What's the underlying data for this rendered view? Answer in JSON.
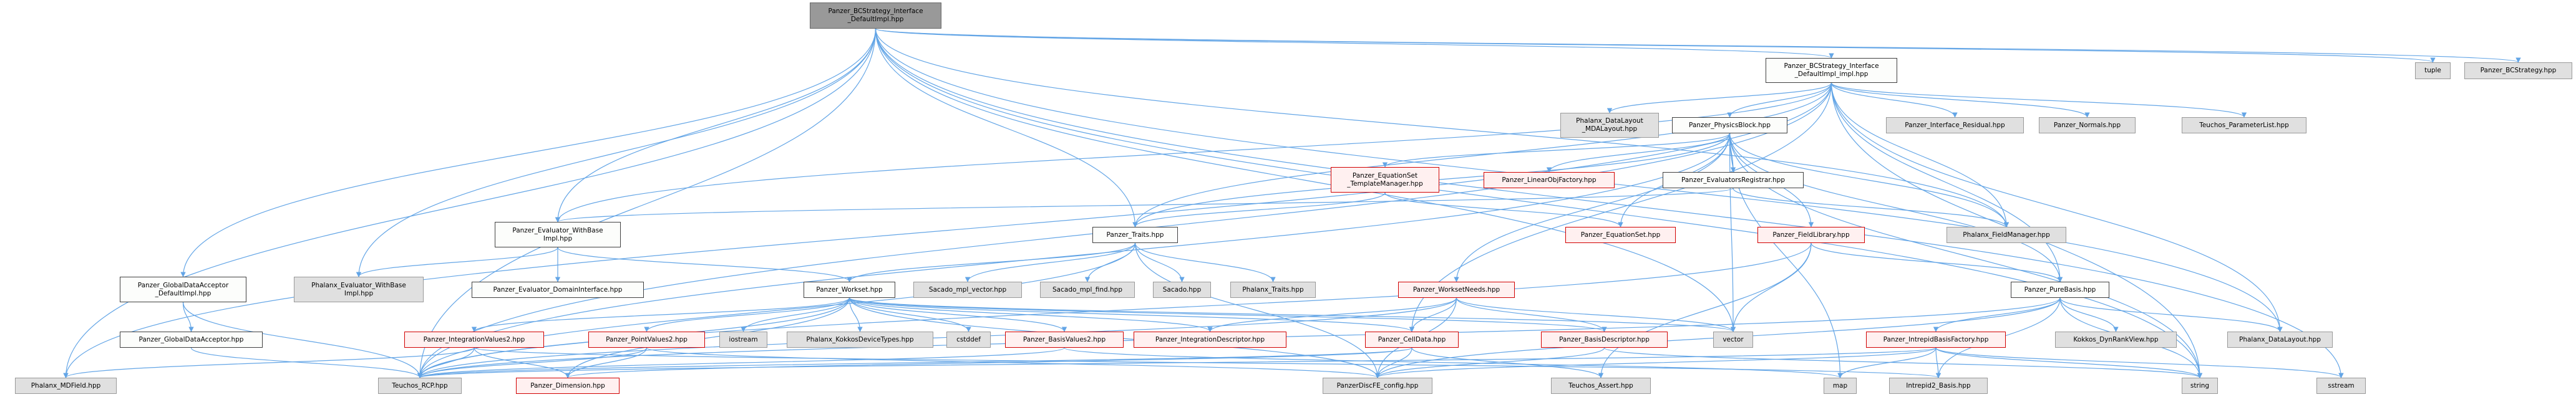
{
  "graph": {
    "title": "Panzer_BCStrategy_Interface_DefaultImpl.hpp include dependency graph",
    "edge_color": "#63a5e6",
    "colors": {
      "root_fill": "#999999",
      "documented_fill": "#fcfdfb",
      "external_fill": "#e0e0e0",
      "undocumented_fill": "#fff0f0",
      "undocumented_border": "#d10000"
    },
    "nodes": [
      {
        "id": "root",
        "label": "Panzer_BCStrategy_Interface\n_DefaultImpl.hpp",
        "kind": "root"
      },
      {
        "id": "impl",
        "label": "Panzer_BCStrategy_Interface\n_DefaultImpl_impl.hpp",
        "kind": "plain"
      },
      {
        "id": "tuple",
        "label": "tuple",
        "kind": "external"
      },
      {
        "id": "bcstrategy",
        "label": "Panzer_BCStrategy.hpp",
        "kind": "external"
      },
      {
        "id": "mdalayout",
        "label": "Phalanx_DataLayout\n_MDALayout.hpp",
        "kind": "external"
      },
      {
        "id": "physicsblock",
        "label": "Panzer_PhysicsBlock.hpp",
        "kind": "plain"
      },
      {
        "id": "ifresidual",
        "label": "Panzer_Interface_Residual.hpp",
        "kind": "external"
      },
      {
        "id": "normals",
        "label": "Panzer_Normals.hpp",
        "kind": "external"
      },
      {
        "id": "paramlist",
        "label": "Teuchos_ParameterList.hpp",
        "kind": "external"
      },
      {
        "id": "eqsettm",
        "label": "Panzer_EquationSet\n_TemplateManager.hpp",
        "kind": "missing"
      },
      {
        "id": "linobj",
        "label": "Panzer_LinearObjFactory.hpp",
        "kind": "missing"
      },
      {
        "id": "evalreg",
        "label": "Panzer_EvaluatorsRegistrar.hpp",
        "kind": "plain"
      },
      {
        "id": "evalwb",
        "label": "Panzer_Evaluator_WithBase\nImpl.hpp",
        "kind": "plain"
      },
      {
        "id": "traits",
        "label": "Panzer_Traits.hpp",
        "kind": "plain"
      },
      {
        "id": "eqset",
        "label": "Panzer_EquationSet.hpp",
        "kind": "missing"
      },
      {
        "id": "fieldlib",
        "label": "Panzer_FieldLibrary.hpp",
        "kind": "missing"
      },
      {
        "id": "fieldmgr",
        "label": "Phalanx_FieldManager.hpp",
        "kind": "external"
      },
      {
        "id": "gdadefault",
        "label": "Panzer_GlobalDataAcceptor\n_DefaultImpl.hpp",
        "kind": "plain"
      },
      {
        "id": "phevalwb",
        "label": "Phalanx_Evaluator_WithBase\nImpl.hpp",
        "kind": "external"
      },
      {
        "id": "evaldomain",
        "label": "Panzer_Evaluator_DomainInterface.hpp",
        "kind": "plain"
      },
      {
        "id": "workset",
        "label": "Panzer_Workset.hpp",
        "kind": "plain"
      },
      {
        "id": "sacmplvec",
        "label": "Sacado_mpl_vector.hpp",
        "kind": "external"
      },
      {
        "id": "sacmplfind",
        "label": "Sacado_mpl_find.hpp",
        "kind": "external"
      },
      {
        "id": "sacado",
        "label": "Sacado.hpp",
        "kind": "external"
      },
      {
        "id": "phtraits",
        "label": "Phalanx_Traits.hpp",
        "kind": "external"
      },
      {
        "id": "wsneeds",
        "label": "Panzer_WorksetNeeds.hpp",
        "kind": "missing"
      },
      {
        "id": "purebasis",
        "label": "Panzer_PureBasis.hpp",
        "kind": "plain"
      },
      {
        "id": "gda",
        "label": "Panzer_GlobalDataAcceptor.hpp",
        "kind": "plain"
      },
      {
        "id": "intval2",
        "label": "Panzer_IntegrationValues2.hpp",
        "kind": "missing"
      },
      {
        "id": "ptval2",
        "label": "Panzer_PointValues2.hpp",
        "kind": "missing"
      },
      {
        "id": "iostream",
        "label": "iostream",
        "kind": "external"
      },
      {
        "id": "kokkosdev",
        "label": "Phalanx_KokkosDeviceTypes.hpp",
        "kind": "external"
      },
      {
        "id": "cstddef",
        "label": "cstddef",
        "kind": "external"
      },
      {
        "id": "basisval2",
        "label": "Panzer_BasisValues2.hpp",
        "kind": "missing"
      },
      {
        "id": "intdesc",
        "label": "Panzer_IntegrationDescriptor.hpp",
        "kind": "missing"
      },
      {
        "id": "celldata",
        "label": "Panzer_CellData.hpp",
        "kind": "missing"
      },
      {
        "id": "basisdesc",
        "label": "Panzer_BasisDescriptor.hpp",
        "kind": "missing"
      },
      {
        "id": "vector",
        "label": "vector",
        "kind": "external"
      },
      {
        "id": "intrepidfac",
        "label": "Panzer_IntrepidBasisFactory.hpp",
        "kind": "missing"
      },
      {
        "id": "dynrank",
        "label": "Kokkos_DynRankView.hpp",
        "kind": "external"
      },
      {
        "id": "phdatalayout",
        "label": "Phalanx_DataLayout.hpp",
        "kind": "external"
      },
      {
        "id": "mdfield",
        "label": "Phalanx_MDField.hpp",
        "kind": "external"
      },
      {
        "id": "rcp",
        "label": "Teuchos_RCP.hpp",
        "kind": "external"
      },
      {
        "id": "dimension",
        "label": "Panzer_Dimension.hpp",
        "kind": "missing"
      },
      {
        "id": "discfe",
        "label": "PanzerDiscFE_config.hpp",
        "kind": "external"
      },
      {
        "id": "assert",
        "label": "Teuchos_Assert.hpp",
        "kind": "external"
      },
      {
        "id": "map",
        "label": "map",
        "kind": "external"
      },
      {
        "id": "intrepid2basis",
        "label": "Intrepid2_Basis.hpp",
        "kind": "external"
      },
      {
        "id": "string",
        "label": "string",
        "kind": "external"
      },
      {
        "id": "sstream",
        "label": "sstream",
        "kind": "external"
      }
    ],
    "edges": [
      [
        "root",
        "impl"
      ],
      [
        "root",
        "tuple"
      ],
      [
        "root",
        "bcstrategy"
      ],
      [
        "root",
        "fieldmgr"
      ],
      [
        "root",
        "traits"
      ],
      [
        "root",
        "evalwb"
      ],
      [
        "root",
        "gdadefault"
      ],
      [
        "root",
        "phevalwb"
      ],
      [
        "root",
        "mdfield"
      ],
      [
        "root",
        "rcp"
      ],
      [
        "root",
        "vector"
      ],
      [
        "root",
        "string"
      ],
      [
        "root",
        "sstream"
      ],
      [
        "root",
        "phdatalayout"
      ],
      [
        "impl",
        "mdalayout"
      ],
      [
        "impl",
        "physicsblock"
      ],
      [
        "impl",
        "ifresidual"
      ],
      [
        "impl",
        "normals"
      ],
      [
        "impl",
        "paramlist"
      ],
      [
        "impl",
        "purebasis"
      ],
      [
        "impl",
        "fieldmgr"
      ],
      [
        "impl",
        "celldata"
      ],
      [
        "impl",
        "evalwb"
      ],
      [
        "impl",
        "rcp"
      ],
      [
        "impl",
        "mdfield"
      ],
      [
        "impl",
        "string"
      ],
      [
        "impl",
        "phdatalayout"
      ],
      [
        "impl",
        "traits"
      ],
      [
        "physicsblock",
        "eqsettm"
      ],
      [
        "physicsblock",
        "linobj"
      ],
      [
        "physicsblock",
        "evalreg"
      ],
      [
        "physicsblock",
        "eqset"
      ],
      [
        "physicsblock",
        "fieldlib"
      ],
      [
        "physicsblock",
        "fieldmgr"
      ],
      [
        "physicsblock",
        "traits"
      ],
      [
        "physicsblock",
        "wsneeds"
      ],
      [
        "physicsblock",
        "vector"
      ],
      [
        "physicsblock",
        "map"
      ],
      [
        "physicsblock",
        "string"
      ],
      [
        "physicsblock",
        "rcp"
      ],
      [
        "physicsblock",
        "purebasis"
      ],
      [
        "eqsettm",
        "eqset"
      ],
      [
        "eqsettm",
        "traits"
      ],
      [
        "evalreg",
        "fieldmgr"
      ],
      [
        "evalreg",
        "evalwb"
      ],
      [
        "evalwb",
        "phevalwb"
      ],
      [
        "evalwb",
        "evaldomain"
      ],
      [
        "evalwb",
        "workset"
      ],
      [
        "traits",
        "workset"
      ],
      [
        "traits",
        "sacmplvec"
      ],
      [
        "traits",
        "sacmplfind"
      ],
      [
        "traits",
        "sacado"
      ],
      [
        "traits",
        "phtraits"
      ],
      [
        "traits",
        "rcp"
      ],
      [
        "traits",
        "discfe"
      ],
      [
        "fieldlib",
        "purebasis"
      ],
      [
        "fieldlib",
        "vector"
      ],
      [
        "fieldlib",
        "rcp"
      ],
      [
        "fieldlib",
        "assert"
      ],
      [
        "gdadefault",
        "gda"
      ],
      [
        "gdadefault",
        "rcp"
      ],
      [
        "gda",
        "rcp"
      ],
      [
        "workset",
        "intval2"
      ],
      [
        "workset",
        "ptval2"
      ],
      [
        "workset",
        "iostream"
      ],
      [
        "workset",
        "kokkosdev"
      ],
      [
        "workset",
        "cstddef"
      ],
      [
        "workset",
        "basisval2"
      ],
      [
        "workset",
        "intdesc"
      ],
      [
        "workset",
        "celldata"
      ],
      [
        "workset",
        "basisdesc"
      ],
      [
        "workset",
        "vector"
      ],
      [
        "workset",
        "rcp"
      ],
      [
        "workset",
        "dimension"
      ],
      [
        "workset",
        "discfe"
      ],
      [
        "wsneeds",
        "intdesc"
      ],
      [
        "wsneeds",
        "celldata"
      ],
      [
        "wsneeds",
        "basisdesc"
      ],
      [
        "wsneeds",
        "vector"
      ],
      [
        "wsneeds",
        "rcp"
      ],
      [
        "wsneeds",
        "discfe"
      ],
      [
        "purebasis",
        "intrepidfac"
      ],
      [
        "purebasis",
        "dynrank"
      ],
      [
        "purebasis",
        "phdatalayout"
      ],
      [
        "purebasis",
        "string"
      ],
      [
        "purebasis",
        "intrepid2basis"
      ],
      [
        "purebasis",
        "rcp"
      ],
      [
        "purebasis",
        "discfe"
      ],
      [
        "intval2",
        "rcp"
      ],
      [
        "intval2",
        "dimension"
      ],
      [
        "intval2",
        "mdfield"
      ],
      [
        "intval2",
        "intrepid2basis"
      ],
      [
        "ptval2",
        "rcp"
      ],
      [
        "ptval2",
        "dimension"
      ],
      [
        "ptval2",
        "discfe"
      ],
      [
        "basisval2",
        "rcp"
      ],
      [
        "basisval2",
        "map"
      ],
      [
        "celldata",
        "discfe"
      ],
      [
        "celldata",
        "assert"
      ],
      [
        "celldata",
        "dimension"
      ],
      [
        "celldata",
        "rcp"
      ],
      [
        "basisdesc",
        "string"
      ],
      [
        "basisdesc",
        "discfe"
      ],
      [
        "intrepidfac",
        "map"
      ],
      [
        "intrepidfac",
        "intrepid2basis"
      ],
      [
        "intrepidfac",
        "string"
      ],
      [
        "intrepidfac",
        "sstream"
      ],
      [
        "intrepidfac",
        "rcp"
      ],
      [
        "intrepidfac",
        "discfe"
      ]
    ]
  }
}
